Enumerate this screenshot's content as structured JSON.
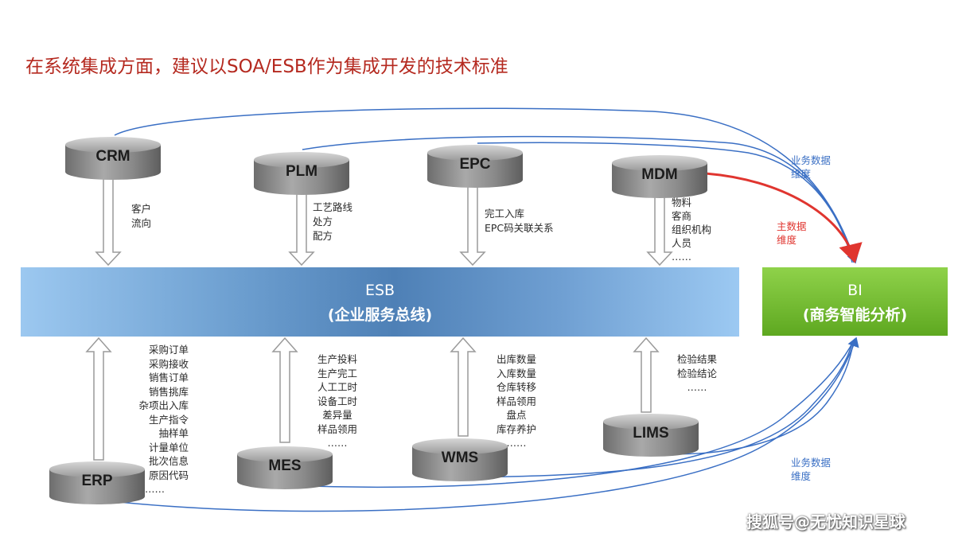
{
  "title": "在系统集成方面，建议以SOA/ESB作为集成开发的技术标准",
  "esb": {
    "name": "ESB",
    "desc": "(企业服务总线)"
  },
  "bi": {
    "name": "BI",
    "desc": "(商务智能分析)"
  },
  "systems": {
    "crm": "CRM",
    "plm": "PLM",
    "epc": "EPC",
    "mdm": "MDM",
    "erp": "ERP",
    "mes": "MES",
    "wms": "WMS",
    "lims": "LIMS"
  },
  "flows": {
    "crm": [
      "客户",
      "流向"
    ],
    "plm": [
      "工艺路线",
      "处方",
      "配方"
    ],
    "epc": [
      "完工入库",
      "EPC码关联关系"
    ],
    "mdm": [
      "物料",
      "客商",
      "组织机构",
      "人员",
      "……"
    ],
    "erp": [
      "采购订单",
      "采购接收",
      "销售订单",
      "销售挑库",
      "杂项出入库",
      "生产指令",
      "抽样单",
      "计量单位",
      "批次信息",
      "原因代码",
      "……"
    ],
    "mes": [
      "生产投料",
      "生产完工",
      "人工工时",
      "设备工时",
      "差异量",
      "样品领用",
      "……"
    ],
    "wms": [
      "出库数量",
      "入库数量",
      "仓库转移",
      "样品领用",
      "盘点",
      "库存养护",
      "……"
    ],
    "lims": [
      "检验结果",
      "检验结论",
      "……"
    ]
  },
  "link_labels": {
    "business_top": [
      "业务数据",
      "维度"
    ],
    "master": [
      "主数据",
      "维度"
    ],
    "business_bottom": [
      "业务数据",
      "维度"
    ]
  },
  "watermark": "搜狐号@无忧知识星球",
  "colors": {
    "title": "#b52a20",
    "blue_link": "#3a6fc4",
    "red_link": "#e0352f",
    "bi_green": "#6cb82c"
  }
}
